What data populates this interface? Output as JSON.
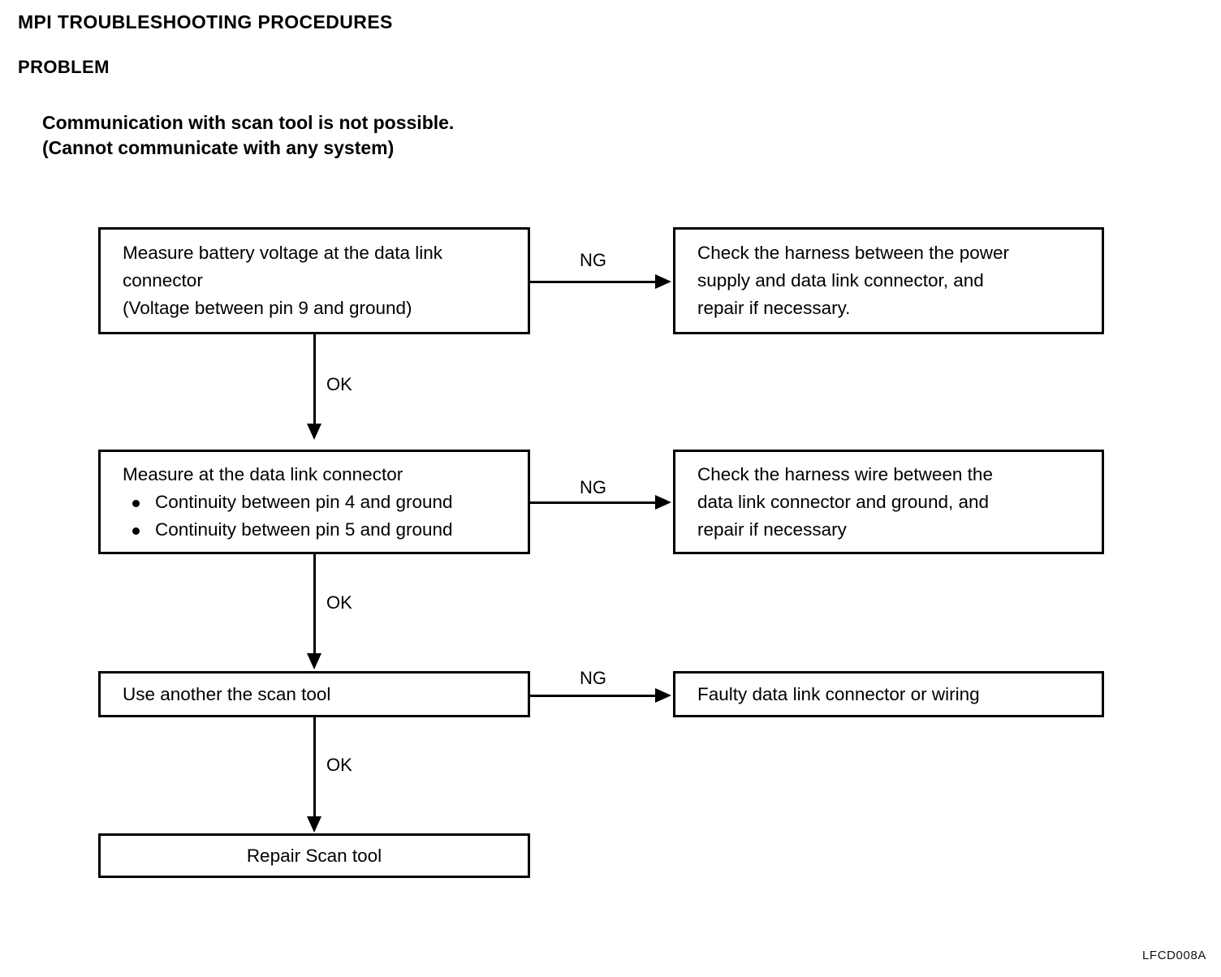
{
  "document": {
    "title": "MPI TROUBLESHOOTING PROCEDURES",
    "section_label": "PROBLEM",
    "problem_line1": "Communication with scan tool is not possible.",
    "problem_line2": "(Cannot communicate with any system)",
    "footer_code": "LFCD008A"
  },
  "flow": {
    "step1": {
      "line1": "Measure battery voltage at the data link",
      "line2": "connector",
      "line3": "(Voltage between pin 9 and ground)"
    },
    "result1": {
      "line1": "Check the harness between the power",
      "line2": "supply and data link connector, and",
      "line3": "repair if necessary."
    },
    "step2": {
      "line1": "Measure at the data link connector",
      "bullet1": "Continuity between pin 4 and ground",
      "bullet2": "Continuity between pin 5 and ground"
    },
    "result2": {
      "line1": "Check the harness wire between the",
      "line2": "data link connector and ground, and",
      "line3": "repair if necessary"
    },
    "step3": {
      "line1": "Use another the scan tool"
    },
    "result3": {
      "line1": "Faulty data link connector or wiring"
    },
    "step4": {
      "line1": "Repair Scan tool"
    },
    "labels": {
      "ng1": "NG",
      "ng2": "NG",
      "ng3": "NG",
      "ok1": "OK",
      "ok2": "OK",
      "ok3": "OK"
    }
  },
  "colors": {
    "ink": "#000000",
    "paper": "#ffffff"
  }
}
